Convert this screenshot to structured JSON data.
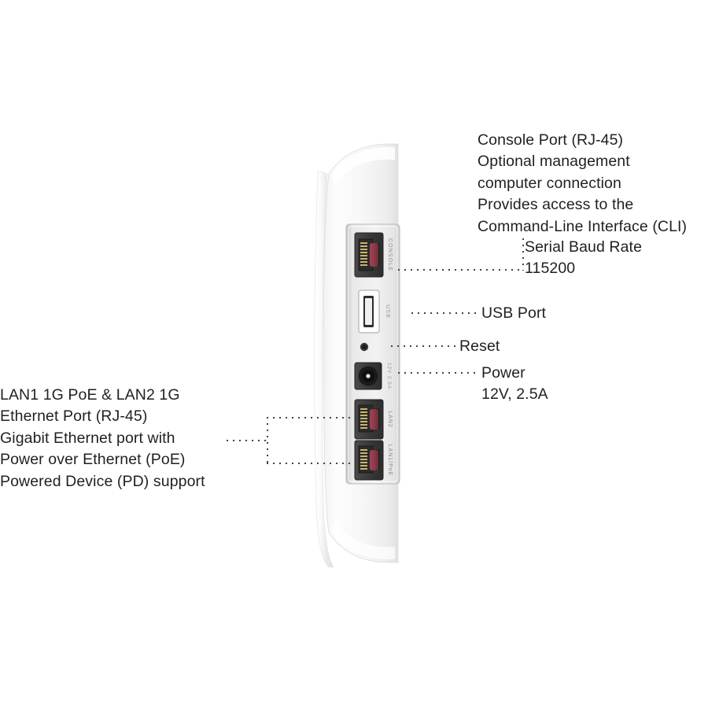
{
  "diagram": {
    "subject": "Wireless access point side profile showing I/O port panel",
    "device": {
      "port_panel_labels": {
        "console": "CONSOLE",
        "usb": "USB",
        "power": "12V 2.5A",
        "lan2": "LAN2",
        "lan1_poe": "LAN1/PoE"
      }
    },
    "callouts": {
      "console": {
        "text": "Console Port (RJ-45)\nOptional management\ncomputer connection\nProvides access to the\nCommand-Line Interface (CLI)"
      },
      "baud": {
        "text": "Serial Baud Rate\n115200"
      },
      "usb": {
        "text": "USB Port"
      },
      "reset": {
        "text": "Reset"
      },
      "power": {
        "text": "Power\n12V, 2.5A"
      },
      "lan": {
        "text": "LAN1 1G PoE & LAN2 1G\nEthernet Port (RJ-45)\nGigabit Ethernet port with\nPower over Ethernet (PoE)\nPowered Device (PD) support"
      }
    },
    "colors": {
      "text": "#231f20",
      "leader_line": "#3a3a3a",
      "body_white": "#f7f7f7",
      "panel_gray": "#d8d8d8",
      "port_dark": "#3a3a3a",
      "rj45_interior": "#8e3b48",
      "rj45_pins": "#c9b46a",
      "usb_white": "#fdfdfd"
    }
  }
}
